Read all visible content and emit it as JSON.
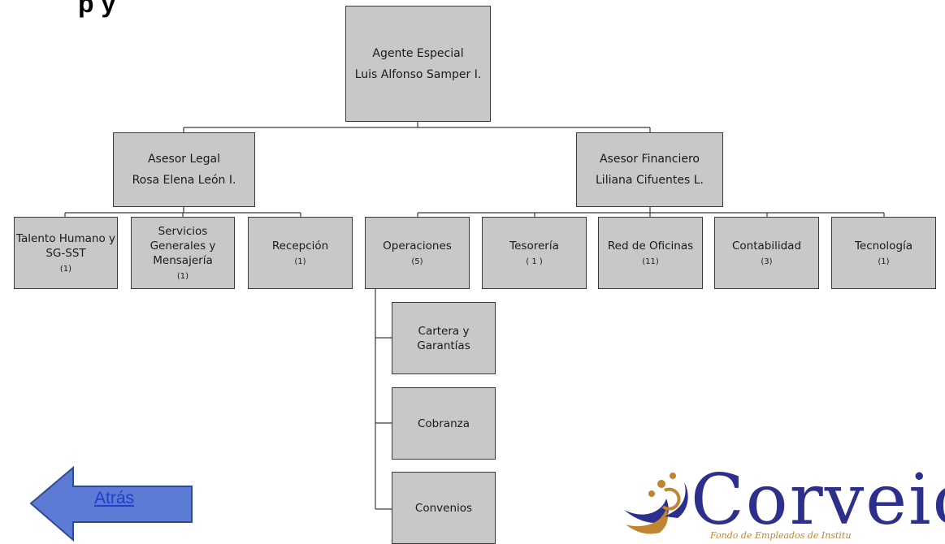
{
  "org_chart": {
    "partial_title": "p y",
    "root": {
      "title": "Agente Especial",
      "name": "Luis Alfonso Samper I."
    },
    "legal": {
      "title": "Asesor Legal",
      "name": "Rosa Elena León I."
    },
    "financial": {
      "title": "Asesor Financiero",
      "name": "Liliana Cifuentes L."
    },
    "legal_units": [
      {
        "label": "Talento Humano y SG-SST",
        "count": "(1)"
      },
      {
        "label": "Servicios Generales y Mensajería",
        "count": "(1)"
      },
      {
        "label": "Recepción",
        "count": "(1)"
      }
    ],
    "financial_units": [
      {
        "label": "Operaciones",
        "count": "(5)"
      },
      {
        "label": "Tesorería",
        "count": "( 1 )"
      },
      {
        "label": "Red de Oficinas",
        "count": "(11)"
      },
      {
        "label": "Contabilidad",
        "count": "(3)"
      },
      {
        "label": "Tecnología",
        "count": "(1)"
      }
    ],
    "operations_units": [
      "Cartera y Garantías",
      "Cobranza",
      "Convenios"
    ]
  },
  "nav": {
    "back_label": "Atrás",
    "arrow_color": "#5b7bd5"
  },
  "logo": {
    "word": "Corveic",
    "tagline": "Fondo de Empleados de Institu"
  },
  "colors": {
    "box_fill": "#c8c8c8",
    "logo_blue": "#2d2f8d",
    "logo_gold": "#c08530"
  }
}
